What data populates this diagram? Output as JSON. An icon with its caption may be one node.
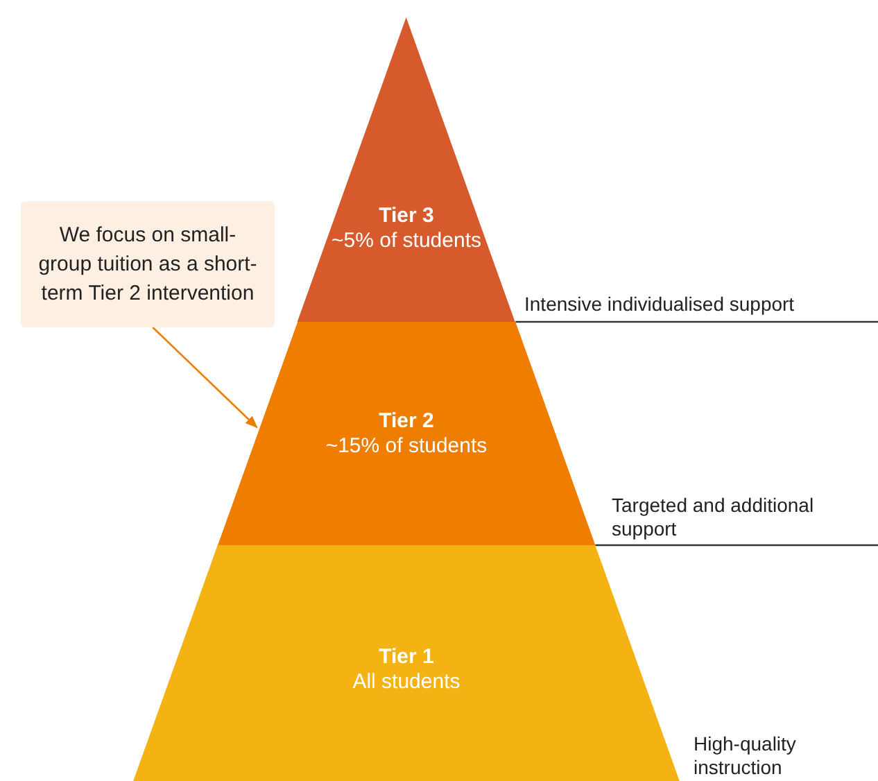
{
  "diagram": {
    "nodes": [
      {
        "text": [
          "We focus on small-group tuition as a short-term Tier 2 intervention"
        ]
      },
      {
        "text": [
          "Tier 3",
          "~5% of students"
        ],
        "beside": [
          "Intensive individualised support"
        ]
      },
      {
        "text": [
          "Tier 2",
          "~15% of students"
        ],
        "beside": [
          "Targeted and additional support"
        ]
      },
      {
        "text": [
          "Tier 1",
          "All students"
        ],
        "beside": [
          "High-quality instruction"
        ]
      }
    ],
    "edges": [
      {
        "from": 0,
        "to": 2,
        "arrow": "to"
      }
    ]
  }
}
